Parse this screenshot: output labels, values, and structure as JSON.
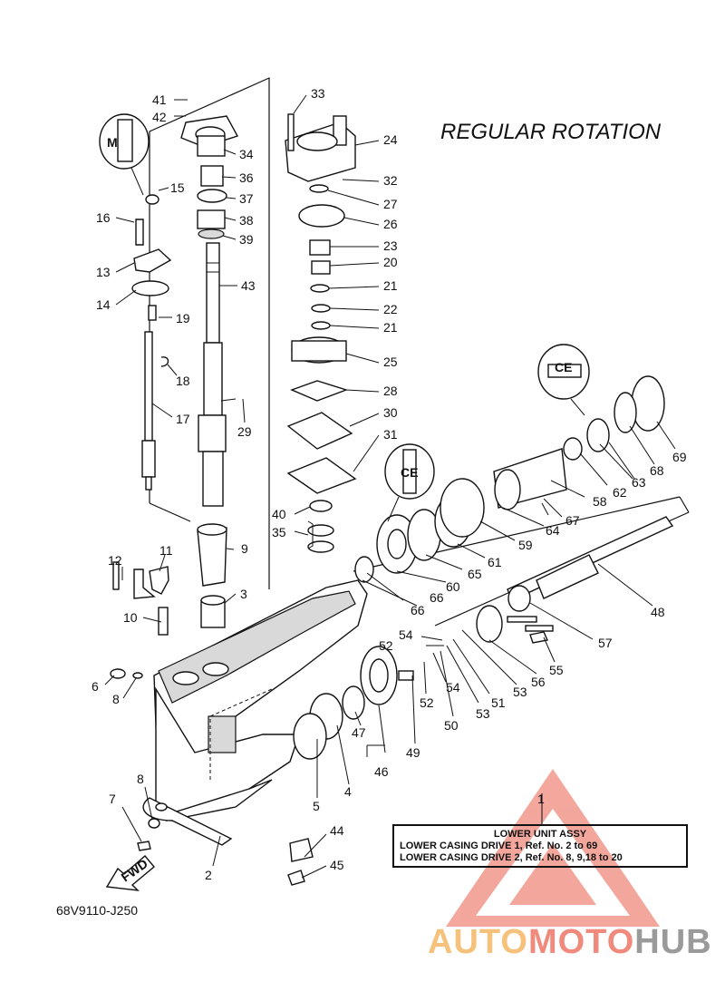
{
  "header": {
    "title": "REGULAR ROTATION"
  },
  "info_box": {
    "title": "LOWER UNIT ASSY",
    "line1": "LOWER CASING DRIVE 1,  Ref. No. 2 to 69",
    "line2": "LOWER CASING DRIVE 2,  Ref. No. 8, 9,18 to 20"
  },
  "footer": {
    "ref_code": "68V9110-J250"
  },
  "fwd_label": "FWD",
  "watermark": {
    "part1": "AUTO",
    "part2": "MOTO",
    "part3": "HUB"
  },
  "colors": {
    "watermark_red": "#f08a7c",
    "watermark_orange": "#f6c17a",
    "watermark_gray": "#9a9a9a"
  },
  "callouts": {
    "n1": "1",
    "n2": "2",
    "n3": "3",
    "n4": "4",
    "n5": "5",
    "n6": "6",
    "n7": "7",
    "n8a": "8",
    "n8b": "8",
    "n9": "9",
    "n10": "10",
    "n11": "11",
    "n12": "12",
    "n13": "13",
    "n14": "14",
    "n15": "15",
    "n16": "16",
    "n17": "17",
    "n18": "18",
    "n19": "19",
    "n20": "20",
    "n21a": "21",
    "n21b": "21",
    "n22": "22",
    "n23": "23",
    "n24": "24",
    "n25": "25",
    "n26": "26",
    "n27": "27",
    "n28": "28",
    "n29": "29",
    "n30": "30",
    "n31": "31",
    "n32": "32",
    "n33": "33",
    "n34": "34",
    "n35": "35",
    "n36": "36",
    "n37": "37",
    "n38": "38",
    "n39": "39",
    "n40": "40",
    "n41": "41",
    "n42": "42",
    "n43": "43",
    "n44": "44",
    "n45": "45",
    "n46": "46",
    "n47": "47",
    "n48": "48",
    "n49": "49",
    "n50": "50",
    "n51": "51",
    "n52a": "52",
    "n52b": "52",
    "n53a": "53",
    "n53b": "53",
    "n54a": "54",
    "n54b": "54",
    "n55": "55",
    "n56": "56",
    "n57": "57",
    "n58": "58",
    "n59": "59",
    "n60": "60",
    "n61": "61",
    "n62": "62",
    "n63": "63",
    "n64": "64",
    "n65": "65",
    "n66a": "66",
    "n66b": "66",
    "n67": "67",
    "n68": "68",
    "n69": "69"
  }
}
